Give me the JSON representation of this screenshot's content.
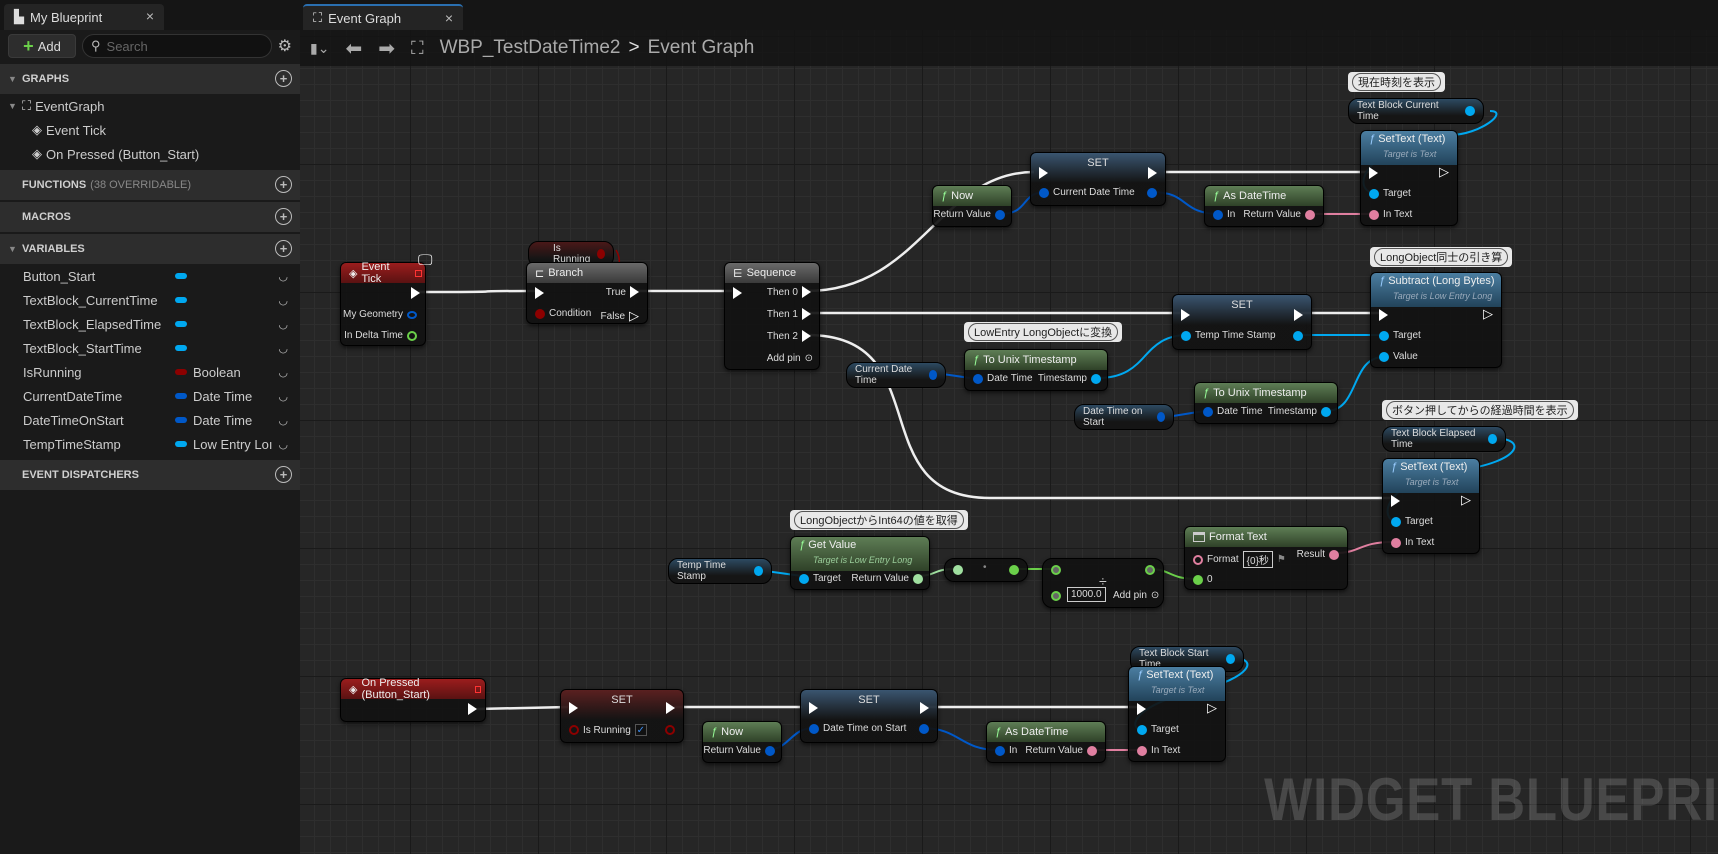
{
  "left_panel": {
    "tab_title": "My Blueprint",
    "add_label": "Add",
    "search_placeholder": "Search",
    "sections": {
      "graphs": "GRAPHS",
      "functions": "FUNCTIONS",
      "functions_sub": "(38 OVERRIDABLE)",
      "macros": "MACROS",
      "variables": "VARIABLES",
      "dispatchers": "EVENT DISPATCHERS"
    },
    "graphs": {
      "root": "EventGraph",
      "events": [
        "Event Tick",
        "On Pressed (Button_Start)"
      ]
    },
    "variables": [
      {
        "name": "Button_Start",
        "type": "",
        "color": "#00a8f0"
      },
      {
        "name": "TextBlock_CurrentTime",
        "type": "",
        "color": "#00a8f0"
      },
      {
        "name": "TextBlock_ElapsedTime",
        "type": "",
        "color": "#00a8f0"
      },
      {
        "name": "TextBlock_StartTime",
        "type": "",
        "color": "#00a8f0"
      },
      {
        "name": "IsRunning",
        "type": "Boolean",
        "color": "#8c0000"
      },
      {
        "name": "CurrentDateTime",
        "type": "Date Time",
        "color": "#0058c8"
      },
      {
        "name": "DateTimeOnStart",
        "type": "Date Time",
        "color": "#0058c8"
      },
      {
        "name": "TempTimeStamp",
        "type": "Low Entry Loı",
        "color": "#00a8f0"
      }
    ]
  },
  "graph": {
    "tab_title": "Event Graph",
    "breadcrumb_root": "WBP_TestDateTime2",
    "breadcrumb_sep": ">",
    "breadcrumb_leaf": "Event Graph",
    "watermark": "WIDGET BLUEPRI",
    "nodes": {
      "event_tick": {
        "title": "Event Tick",
        "pins": [
          "My Geometry",
          "In Delta Time"
        ]
      },
      "is_running_get": "Is Running",
      "branch": {
        "title": "Branch",
        "condition": "Condition",
        "true": "True",
        "false": "False"
      },
      "sequence": {
        "title": "Sequence",
        "then0": "Then 0",
        "then1": "Then 1",
        "then2": "Then 2",
        "add_pin": "Add pin"
      },
      "now1": {
        "title": "Now",
        "ret": "Return Value"
      },
      "set_current": {
        "title": "SET",
        "pin": "Current Date Time"
      },
      "as_datetime1": {
        "title": "As DateTime",
        "in": "In",
        "ret": "Return Value"
      },
      "comment_current": "現在時刻を表示",
      "tb_current": "Text Block Current Time",
      "settext1": {
        "title": "SetText (Text)",
        "sub": "Target is Text",
        "target": "Target",
        "intext": "In Text"
      },
      "comment_unix": "LowEntry LongObjectに変換",
      "to_unix1": {
        "title": "To Unix Timestamp",
        "in": "Date Time",
        "out": "Timestamp"
      },
      "current_dt_get": "Current Date Time",
      "set_temp": {
        "title": "SET",
        "pin": "Temp Time Stamp"
      },
      "comment_subtract": "LongObject同士の引き算",
      "subtract": {
        "title": "Subtract (Long Bytes)",
        "sub": "Target is Low Entry Long",
        "target": "Target",
        "value": "Value"
      },
      "dt_on_start_get": "Date Time on Start",
      "to_unix2": {
        "title": "To Unix Timestamp",
        "in": "Date Time",
        "out": "Timestamp"
      },
      "comment_elapsed": "ボタン押してからの経過時間を表示",
      "tb_elapsed": "Text Block Elapsed Time",
      "settext2": {
        "title": "SetText (Text)",
        "sub": "Target is Text",
        "target": "Target",
        "intext": "In Text"
      },
      "comment_getvalue": "LongObjectからInt64の値を取得",
      "temp_get": "Temp Time Stamp",
      "get_value": {
        "title": "Get Value",
        "sub": "Target is Low Entry Long",
        "target": "Target",
        "ret": "Return Value"
      },
      "divide": {
        "value": "1000.0",
        "add_pin": "Add pin",
        "symbol": "÷"
      },
      "format_text": {
        "title": "Format Text",
        "format_label": "Format",
        "format_value": "{0}秒",
        "arg0": "0",
        "result": "Result"
      },
      "on_pressed": {
        "title": "On Pressed (Button_Start)"
      },
      "set_running": {
        "title": "SET",
        "pin": "Is Running",
        "checked": true
      },
      "now2": {
        "title": "Now",
        "ret": "Return Value"
      },
      "set_start": {
        "title": "SET",
        "pin": "Date Time on Start"
      },
      "as_datetime2": {
        "title": "As DateTime",
        "in": "In",
        "ret": "Return Value"
      },
      "tb_start": "Text Block Start Time",
      "settext3": {
        "title": "SetText (Text)",
        "sub": "Target is Text",
        "target": "Target",
        "intext": "In Text"
      }
    }
  },
  "colors": {
    "object": "#00a8f0",
    "datetime": "#0058c8",
    "bool": "#8c0000",
    "text": "#e07fa0",
    "float": "#6bd04a",
    "int64": "#a0e0a0"
  }
}
